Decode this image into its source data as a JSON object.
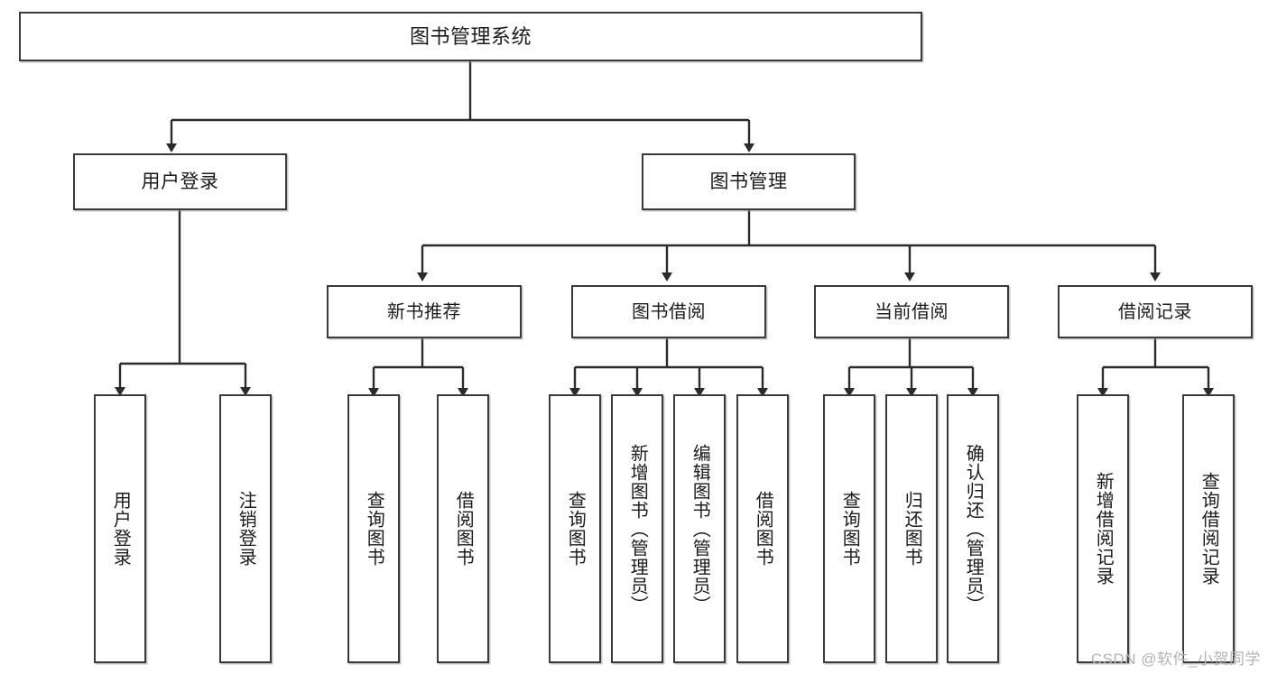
{
  "diagram": {
    "title": "图书管理系统",
    "type": "tree-hierarchy-diagram",
    "style": {
      "box_border": "#3a3a3a",
      "box_fill": "#ffffff",
      "text": "#1b1b1b",
      "connector": "#2b2b2b",
      "background": "#ffffff"
    },
    "root": {
      "label": "图书管理系统"
    },
    "level2": [
      {
        "label": "用户登录"
      },
      {
        "label": "图书管理"
      }
    ],
    "level3": [
      {
        "label": "新书推荐"
      },
      {
        "label": "图书借阅"
      },
      {
        "label": "当前借阅"
      },
      {
        "label": "借阅记录"
      }
    ],
    "leaves": {
      "user_login": [
        {
          "label": "用户登录"
        },
        {
          "label": "注销登录"
        }
      ],
      "new_book_recommend": [
        {
          "label": "查询图书"
        },
        {
          "label": "借阅图书"
        }
      ],
      "book_borrow": [
        {
          "label": "查询图书"
        },
        {
          "label": "新增图书（管理员）"
        },
        {
          "label": "编辑图书（管理员）"
        },
        {
          "label": "借阅图书"
        }
      ],
      "current_borrow": [
        {
          "label": "查询图书"
        },
        {
          "label": "归还图书"
        },
        {
          "label": "确认归还（管理员）"
        }
      ],
      "borrow_records": [
        {
          "label": "新增借阅记录"
        },
        {
          "label": "查询借阅记录"
        }
      ]
    }
  },
  "watermark": {
    "text": "CSDN @软件_小贺同学"
  }
}
